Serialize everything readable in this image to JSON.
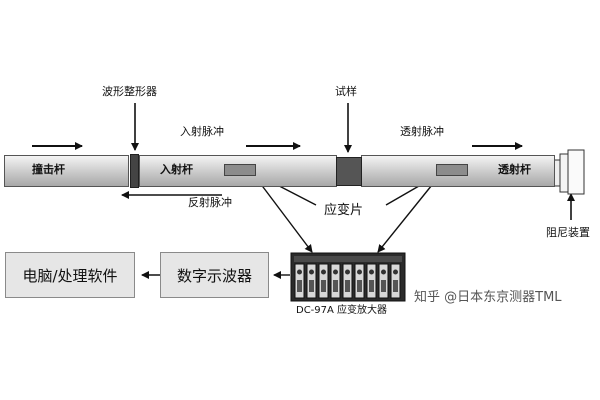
{
  "labels": {
    "pulse_shaper": "波形整形器",
    "specimen": "试样",
    "incident_pulse": "入射脉冲",
    "transmitted_pulse": "透射脉冲",
    "striker_bar": "撞击杆",
    "incident_bar": "入射杆",
    "transmitted_bar": "透射杆",
    "reflected_pulse": "反射脉冲",
    "strain_gauge": "应变片",
    "damper": "阻尼装置",
    "computer": "电脑/处理软件",
    "oscilloscope": "数字示波器",
    "amplifier": "DC-97A 应变放大器",
    "watermark": "知乎 @日本东京测器TML"
  },
  "colors": {
    "bar_border": "#555555",
    "gauge": "#8c8c8c",
    "specimen": "#555555",
    "box_fill": "#e6e6e6",
    "arrow": "#111111"
  }
}
